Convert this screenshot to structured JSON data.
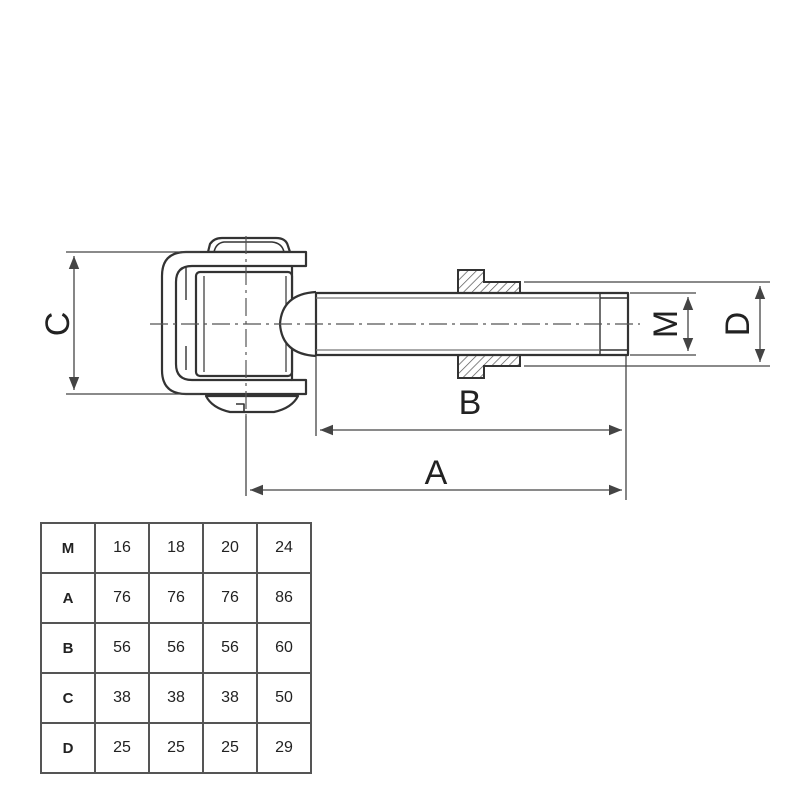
{
  "dimension_labels": {
    "A": "A",
    "B": "B",
    "C": "C",
    "D": "D",
    "M": "M"
  },
  "table": {
    "rows": [
      {
        "label": "M",
        "values": [
          "16",
          "18",
          "20",
          "24"
        ]
      },
      {
        "label": "A",
        "values": [
          "76",
          "76",
          "76",
          "86"
        ]
      },
      {
        "label": "B",
        "values": [
          "56",
          "56",
          "56",
          "60"
        ]
      },
      {
        "label": "C",
        "values": [
          "38",
          "38",
          "38",
          "50"
        ]
      },
      {
        "label": "D",
        "values": [
          "25",
          "25",
          "25",
          "29"
        ]
      }
    ]
  },
  "colors": {
    "line": "#333333",
    "dim_line": "#444444",
    "grid": "#555555"
  }
}
